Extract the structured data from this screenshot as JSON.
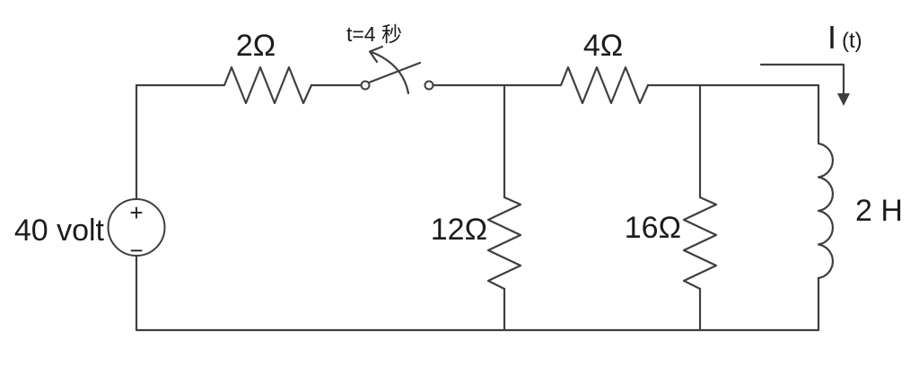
{
  "diagram_type": "electrical-circuit-schematic",
  "labels": {
    "source": "40 volt",
    "source_plus": "+",
    "source_minus": "−",
    "r1": "2Ω",
    "switch": "t=4 秒",
    "r2": "4Ω",
    "r3": "12Ω",
    "r4": "16Ω",
    "inductor": "2 H",
    "current_symbol": "I",
    "current_arg": "(t)"
  },
  "components": [
    {
      "name": "dc-voltage-source",
      "value": "40 volt",
      "polarity": "plus-on-top"
    },
    {
      "name": "series-resistor-top-left",
      "value": "2Ω"
    },
    {
      "name": "opening-switch",
      "label": "t=4 秒"
    },
    {
      "name": "shunt-resistor-middle",
      "value": "12Ω"
    },
    {
      "name": "series-resistor-top-right",
      "value": "4Ω"
    },
    {
      "name": "shunt-resistor-right",
      "value": "16Ω"
    },
    {
      "name": "inductor-right-branch",
      "value": "2 H"
    },
    {
      "name": "branch-current-indicator",
      "label": "I (t)",
      "direction": "downward"
    }
  ],
  "colors": {
    "background": "#ffffff",
    "wire": "#3f3f3f",
    "text": "#1c1c1c"
  }
}
